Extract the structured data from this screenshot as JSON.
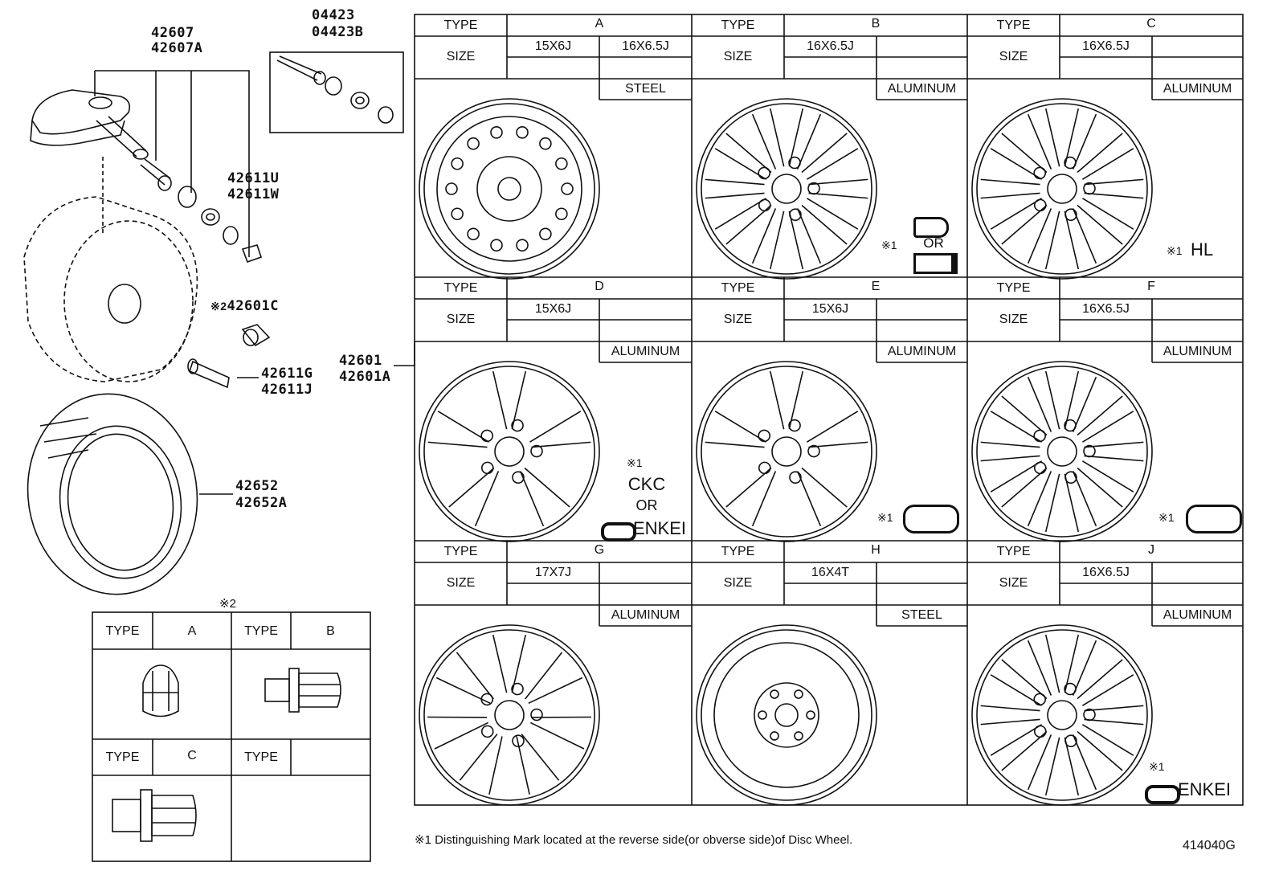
{
  "parts": {
    "valve_kit_a": "04423",
    "valve_kit_b": "04423B",
    "sensor_a": "42607",
    "sensor_b": "42607A",
    "valve_a": "42611U",
    "valve_b": "42611W",
    "nut_mark": "※2",
    "nut": "42601C",
    "valve2_a": "42611G",
    "valve2_b": "42611J",
    "tire_a": "42652",
    "tire_b": "42652A",
    "wheel_a": "42601",
    "wheel_b": "42601A"
  },
  "nut_table": {
    "mark": "※2",
    "type_label": "TYPE",
    "types": [
      "A",
      "B",
      "C",
      ""
    ]
  },
  "wheel_table": {
    "type_label": "TYPE",
    "size_label": "SIZE",
    "wheels": [
      {
        "type": "A",
        "sizes": [
          "15X6J",
          "16X6.5J"
        ],
        "material": "STEEL"
      },
      {
        "type": "B",
        "sizes": [
          "16X6.5J",
          ""
        ],
        "material": "ALUMINUM"
      },
      {
        "type": "C",
        "sizes": [
          "16X6.5J",
          ""
        ],
        "material": "ALUMINUM"
      },
      {
        "type": "D",
        "sizes": [
          "15X6J",
          ""
        ],
        "material": "ALUMINUM"
      },
      {
        "type": "E",
        "sizes": [
          "15X6J",
          ""
        ],
        "material": "ALUMINUM"
      },
      {
        "type": "F",
        "sizes": [
          "16X6.5J",
          ""
        ],
        "material": "ALUMINUM"
      },
      {
        "type": "G",
        "sizes": [
          "17X7J",
          ""
        ],
        "material": "ALUMINUM"
      },
      {
        "type": "H",
        "sizes": [
          "16X4T",
          ""
        ],
        "material": "STEEL"
      },
      {
        "type": "J",
        "sizes": [
          "16X6.5J",
          ""
        ],
        "material": "ALUMINUM"
      }
    ],
    "marks": {
      "mark1": "※1",
      "or": "OR",
      "hl": "HL",
      "ckc": "CKC",
      "enkei": "ENKEI"
    }
  },
  "footnote": "※1 Distinguishing Mark located at the reverse side(or obverse side)of Disc Wheel.",
  "diagram_id": "414040G"
}
